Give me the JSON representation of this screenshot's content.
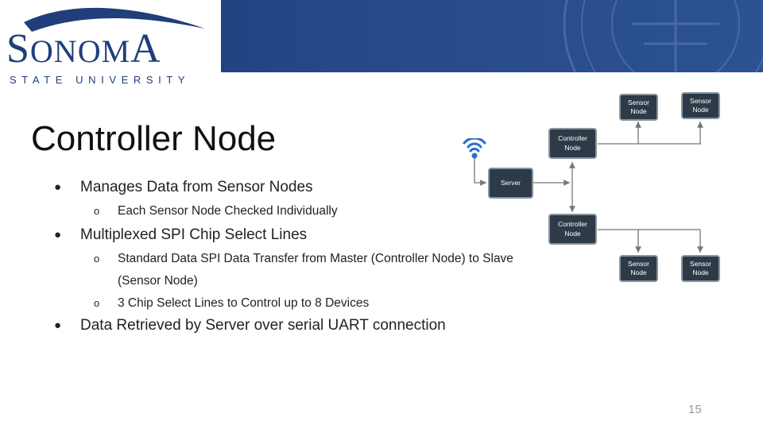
{
  "header": {
    "logo_word": "SONOMA",
    "logo_letters": [
      "S",
      "ONOM",
      "A"
    ],
    "logo_subtitle": "STATE UNIVERSITY",
    "banner_color": "#1f3e7a"
  },
  "slide": {
    "title": "Controller Node",
    "bullets": [
      {
        "level": 1,
        "text": "Manages Data from Sensor Nodes"
      },
      {
        "level": 2,
        "text": "Each Sensor Node Checked Individually"
      },
      {
        "level": 1,
        "text": "Multiplexed SPI Chip Select Lines"
      },
      {
        "level": 2,
        "text": "Standard Data SPI Data Transfer from Master (Controller Node) to Slave (Sensor Node)"
      },
      {
        "level": 2,
        "text": "3 Chip Select Lines to Control up to 8 Devices"
      },
      {
        "level": 1,
        "text": "Data Retrieved by Server over serial UART connection"
      }
    ],
    "bullet_glyph_l1": "●",
    "bullet_glyph_l2": "o",
    "page_number": "15"
  },
  "diagram": {
    "server_label": "Server",
    "controller_nodes": [
      {
        "line1": "Controller",
        "line2": "Node"
      },
      {
        "line1": "Controller",
        "line2": "Node"
      }
    ],
    "sensor_nodes": [
      {
        "line1": "Sensor",
        "line2": "Node"
      },
      {
        "line1": "Sensor",
        "line2": "Node"
      },
      {
        "line1": "Sensor",
        "line2": "Node"
      },
      {
        "line1": "Sensor",
        "line2": "Node"
      }
    ],
    "wireless_icon": "wifi-broadcast-icon",
    "node_color": "#2d3a47",
    "wireless_color": "#2a6fc9"
  }
}
